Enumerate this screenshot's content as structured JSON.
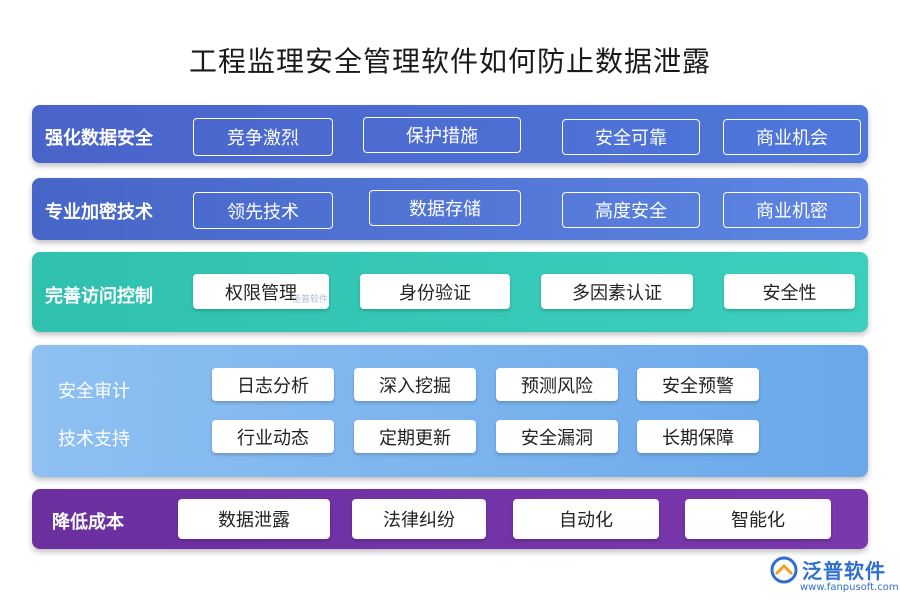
{
  "title": "工程监理安全管理软件如何防止数据泄露",
  "rows": [
    {
      "label": "强化数据安全",
      "items": [
        "竞争激烈",
        "保护措施",
        "安全可靠",
        "商业机会"
      ]
    },
    {
      "label": "专业加密技术",
      "items": [
        "领先技术",
        "数据存储",
        "高度安全",
        "商业机密"
      ]
    },
    {
      "label": "完善访问控制",
      "items": [
        "权限管理",
        "身份验证",
        "多因素认证",
        "安全性"
      ]
    },
    {
      "label_line1": "安全审计",
      "label_line2": "技术支持",
      "items_row1": [
        "日志分析",
        "深入挖掘",
        "预测风险",
        "安全预警"
      ],
      "items_row2": [
        "行业动态",
        "定期更新",
        "安全漏洞",
        "长期保障"
      ]
    },
    {
      "label": "降低成本",
      "items": [
        "数据泄露",
        "法律纠纷",
        "自动化",
        "智能化"
      ]
    }
  ],
  "watermark": "泛普软件",
  "logo": {
    "name": "泛普软件",
    "url": "www.fanpusoft.com"
  },
  "colors": {
    "row1": "#4a63c9",
    "row2": "#4f72d6",
    "row3": "#33c6b3",
    "row4": "#7fb6ee",
    "row5": "#6f33a5",
    "logo": "#2f6fd0"
  }
}
